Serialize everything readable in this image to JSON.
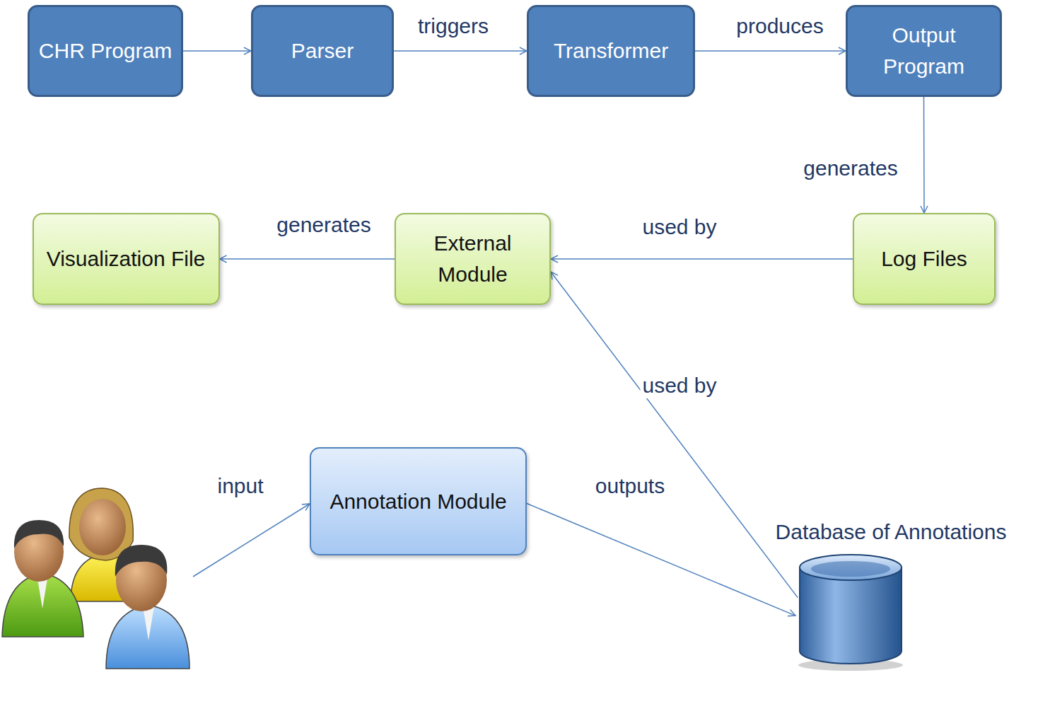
{
  "diagram": {
    "nodes": [
      {
        "text": [
          "CHR Program"
        ]
      },
      {
        "text": [
          "Parser"
        ]
      },
      {
        "text": [
          "Transformer"
        ]
      },
      {
        "text": [
          "Output Program"
        ]
      },
      {
        "text": [
          "Visualization File"
        ]
      },
      {
        "text": [
          "External Module"
        ]
      },
      {
        "text": [
          "Log Files"
        ]
      },
      {
        "text": [
          "Annotation Module"
        ]
      },
      {
        "text": [
          "Database of Annotations"
        ]
      }
    ],
    "edges": [
      {
        "from": 0,
        "to": 1,
        "arrow": "to"
      },
      {
        "from": 1,
        "to": 2,
        "label": "triggers",
        "arrow": "to"
      },
      {
        "from": 2,
        "to": 3,
        "label": "produces",
        "arrow": "to"
      },
      {
        "from": 3,
        "to": 6,
        "label": "generates",
        "arrow": "to"
      },
      {
        "from": 6,
        "to": 5,
        "label": "used by",
        "arrow": "to"
      },
      {
        "from": 5,
        "to": 4,
        "label": "generates",
        "arrow": "to"
      },
      {
        "from": 8,
        "to": 5,
        "label": "used by",
        "arrow": "to"
      },
      {
        "from": 7,
        "to": 8,
        "label": "outputs",
        "arrow": "to"
      }
    ],
    "labels": [
      "input"
    ]
  }
}
